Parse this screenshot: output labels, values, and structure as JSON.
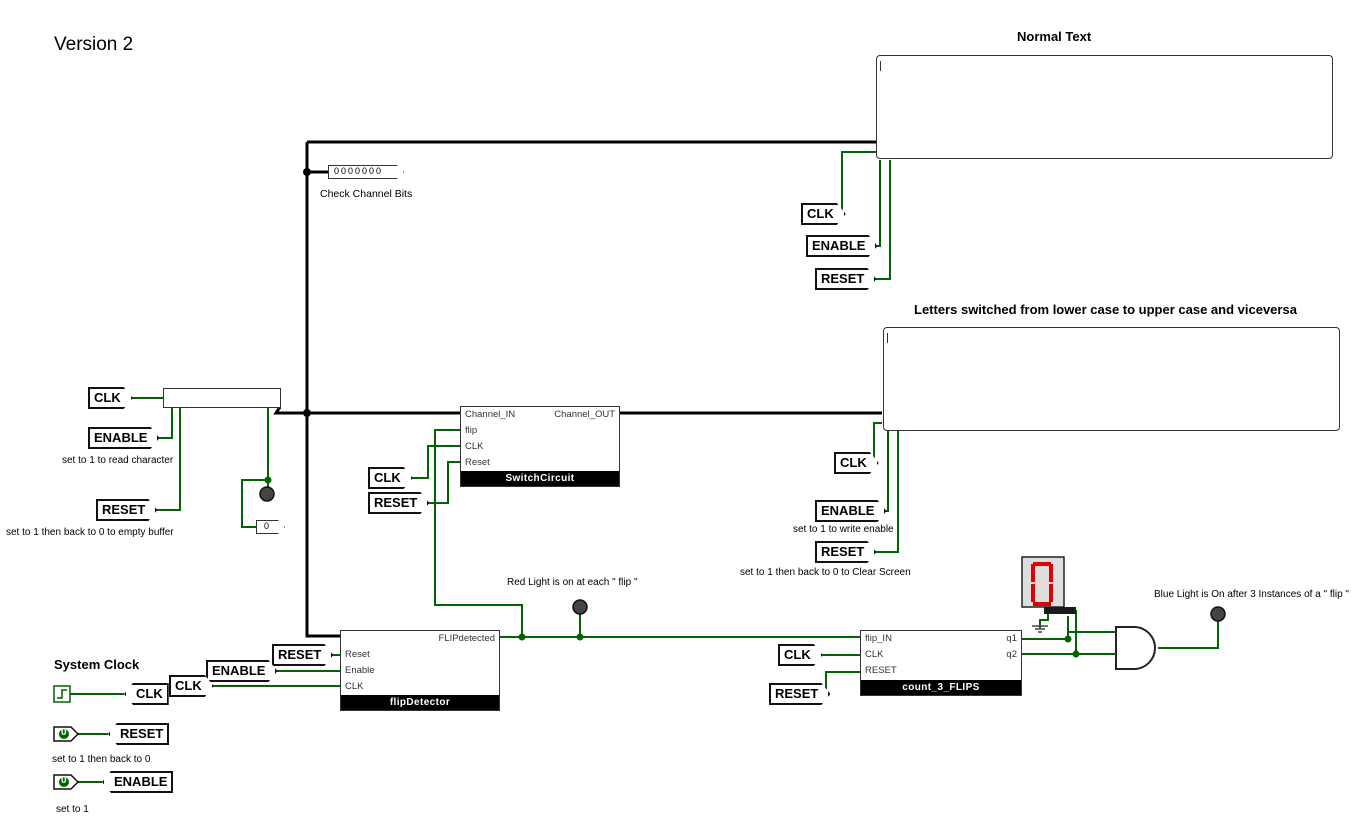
{
  "page": {
    "title": "Version 2"
  },
  "terminals": {
    "normal_title": "Normal Text",
    "switched_title": "Letters switched from lower case to upper case and viceversa"
  },
  "labels": {
    "check_channel_bits": "Check Channel Bits",
    "probe_value": "0000000",
    "small_probe_value": "0",
    "note_read": "set to 1 to read character",
    "note_empty": "set to 1 then back to 0 to empty buffer",
    "note_write": "set to 1 to write enable",
    "note_clear": "set to 1 then back to 0 to Clear Screen",
    "note_red": "Red Light is on at each \" flip \"",
    "note_blue": "Blue Light is On after 3 Instances of a  \" flip \"",
    "system_clock": "System Clock",
    "note_reset": "set to 1 then back to 0",
    "note_enable": "set to 1",
    "clock_pin_value": "0"
  },
  "tunnels": {
    "clk": "CLK",
    "enable": "ENABLE",
    "reset": "RESET"
  },
  "switch_circuit": {
    "name": "SwitchCircuit",
    "ports": [
      "Channel_IN",
      "flip",
      "CLK",
      "Reset"
    ],
    "out": "Channel_OUT"
  },
  "flip_detector": {
    "name": "flipDetector",
    "ports": [
      "Reset",
      "Enable",
      "CLK"
    ],
    "out": "FLIPdetected"
  },
  "counter": {
    "name": "count_3_FLIPS",
    "ports": [
      "flip_IN",
      "CLK",
      "RESET"
    ],
    "outs": [
      "q1",
      "q2"
    ]
  },
  "display": {
    "digit": "0"
  },
  "colors": {
    "wire_active": "#006400",
    "bus": "#000000",
    "led_off": "#444444",
    "segment_on": "#e00000",
    "segment_off": "#f2d6d6"
  }
}
